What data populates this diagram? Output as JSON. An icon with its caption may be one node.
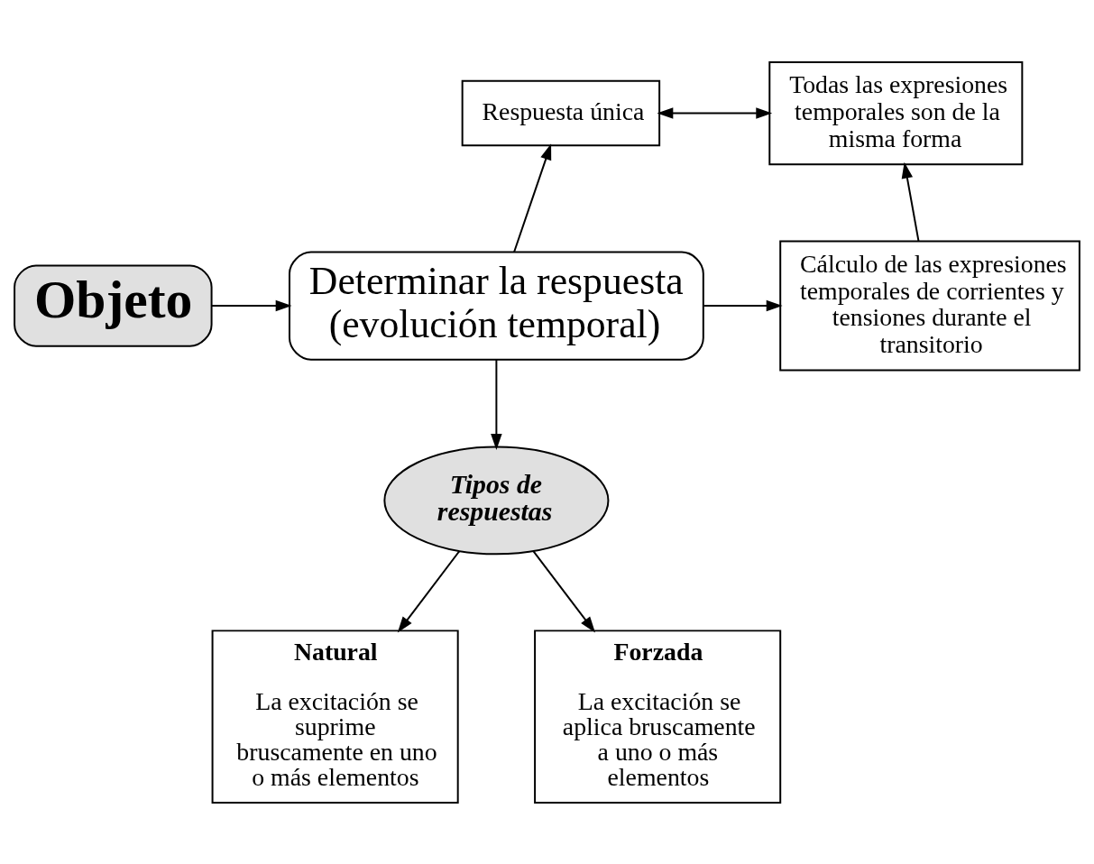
{
  "diagram": {
    "nodes": [
      {
        "text": [
          "Objeto"
        ]
      },
      {
        "text": [
          "Determinar la respuesta (evolución temporal)"
        ]
      },
      {
        "text": [
          "Respuesta única"
        ]
      },
      {
        "text": [
          "Todas las expresiones temporales son de la misma forma"
        ]
      },
      {
        "text": [
          "Cálculo de las expresiones temporales de corrientes y tensiones durante el transitorio"
        ]
      },
      {
        "text": [
          "Tipos de respuestas"
        ]
      },
      {
        "text": [
          "Natural",
          "La excitación se suprime bruscamente en uno o más elementos"
        ]
      },
      {
        "text": [
          "Forzada",
          "La excitación se aplica bruscamente a uno o más elementos"
        ]
      }
    ],
    "edges": [
      {
        "from": 0,
        "to": 1,
        "arrow": "to"
      },
      {
        "from": 1,
        "to": 2,
        "arrow": "to"
      },
      {
        "from": 2,
        "to": 3,
        "arrow": "both"
      },
      {
        "from": 1,
        "to": 4,
        "arrow": "to"
      },
      {
        "from": 4,
        "to": 3,
        "arrow": "to"
      },
      {
        "from": 1,
        "to": 5,
        "arrow": "to"
      },
      {
        "from": 5,
        "to": 6,
        "arrow": "to"
      },
      {
        "from": 5,
        "to": 7,
        "arrow": "to"
      }
    ]
  }
}
